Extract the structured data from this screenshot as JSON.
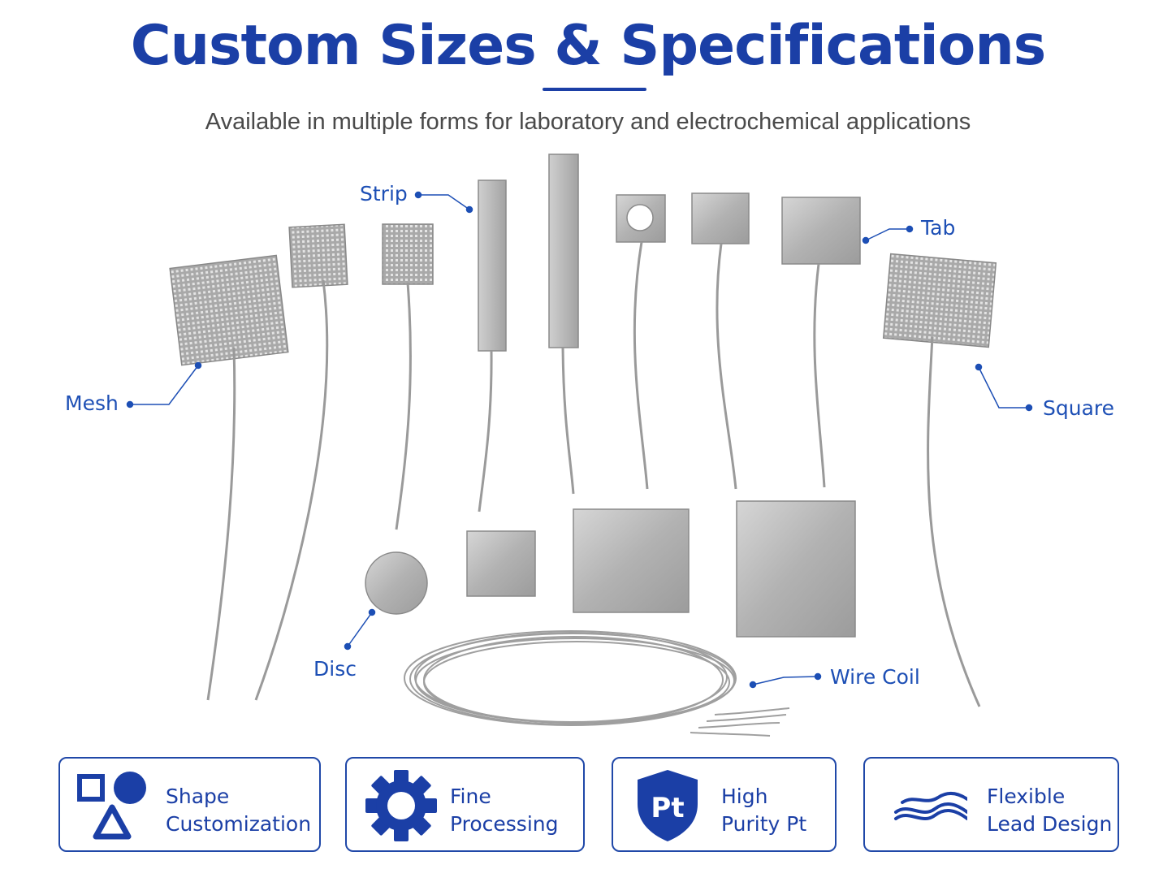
{
  "header": {
    "title": "Custom Sizes & Specifications",
    "subtitle": "Available in multiple forms for laboratory and electrochemical applications"
  },
  "callouts": {
    "strip": "Strip",
    "tab": "Tab",
    "mesh": "Mesh",
    "square": "Square",
    "disc": "Disc",
    "wire_coil": "Wire Coil"
  },
  "features": [
    {
      "icon": "shapes-icon",
      "line1": "Shape",
      "line2": "Customization"
    },
    {
      "icon": "gear-icon",
      "line1": "Fine",
      "line2": "Processing"
    },
    {
      "icon": "shield-icon",
      "badge": "Pt",
      "line1": "High",
      "line2": "Purity Pt"
    },
    {
      "icon": "wave-icon",
      "line1": "Flexible",
      "line2": "Lead Design"
    }
  ],
  "colors": {
    "accent": "#1b3fa6",
    "callout": "#1d4fb5",
    "metal": "#b4b4b4",
    "subtitle": "#4a4a4a"
  }
}
